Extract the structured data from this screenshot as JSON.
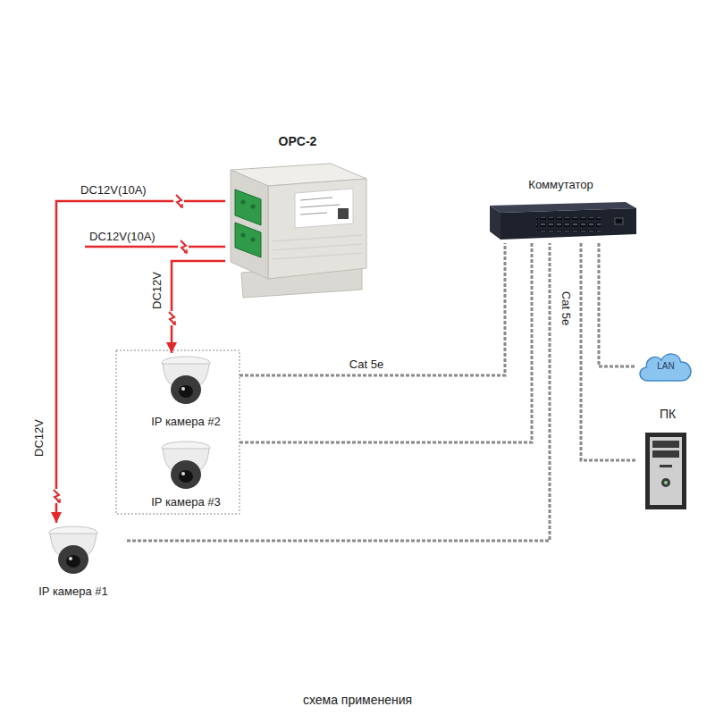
{
  "diagram": {
    "caption": "схема применения",
    "nodes": [
      {
        "text": [
          "OPC-2"
        ]
      },
      {
        "text": [
          "Коммутатор"
        ]
      },
      {
        "text": [
          "IP камера #2"
        ]
      },
      {
        "text": [
          "IP камера #3"
        ]
      },
      {
        "text": [
          "IP камера #1"
        ]
      },
      {
        "text": [
          "LAN"
        ]
      },
      {
        "text": [
          "ПК"
        ]
      }
    ],
    "edges": [
      {
        "from": 0,
        "to": 4,
        "arrow": "to",
        "label": "DC12V"
      },
      {
        "from": 0,
        "to": 2,
        "arrow": "to",
        "label": "DC12V"
      },
      {
        "from": 2,
        "to": 1,
        "arrow": "none",
        "label": "Cat 5e"
      },
      {
        "from": 3,
        "to": 1,
        "arrow": "none"
      },
      {
        "from": 4,
        "to": 1,
        "arrow": "none",
        "label": "Cat 5e"
      },
      {
        "from": 1,
        "to": 5,
        "arrow": "none"
      },
      {
        "from": 1,
        "to": 6,
        "arrow": "none"
      }
    ],
    "labels": [
      "DC12V(10A)",
      "DC12V(10A)"
    ]
  }
}
